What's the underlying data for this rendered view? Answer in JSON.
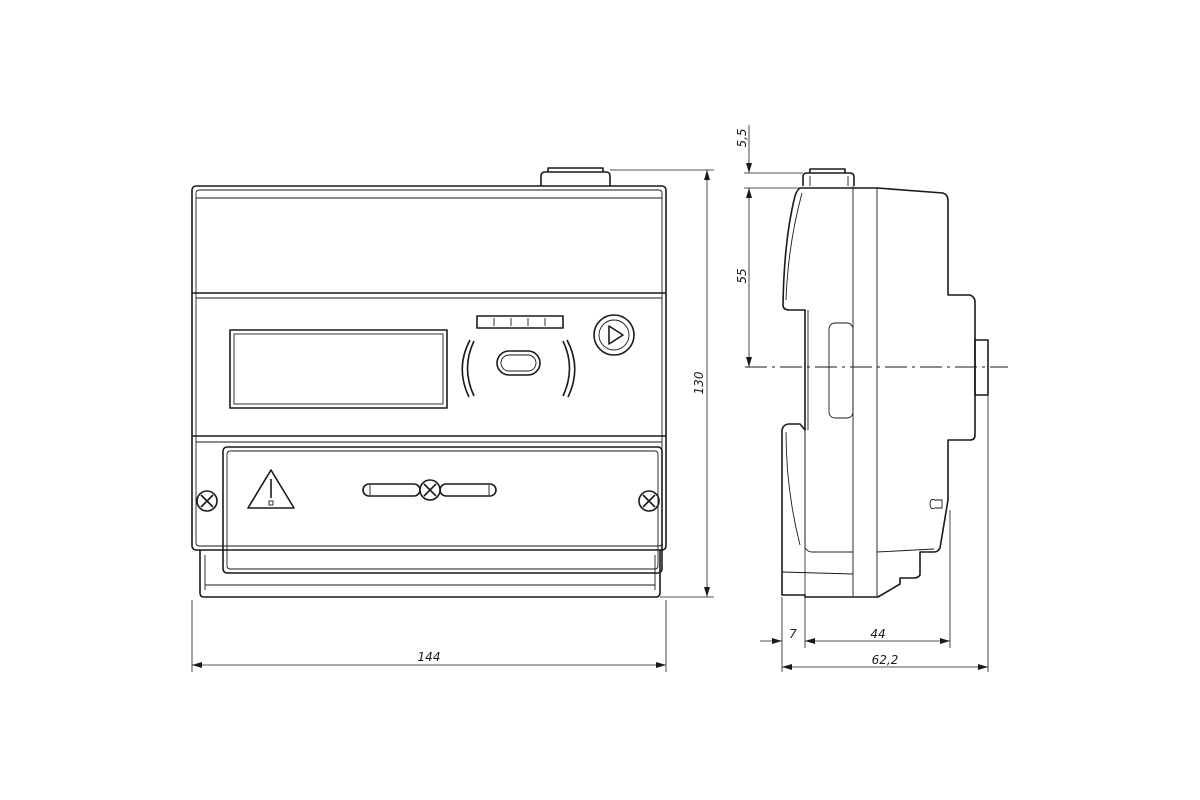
{
  "drawing": {
    "front_view": {
      "dimensions": {
        "width": "144",
        "height": "130"
      }
    },
    "side_view": {
      "dimensions": {
        "cap_height": "5,5",
        "rail_axis_height": "55",
        "front_offset": "7",
        "depth_body": "44",
        "total_depth": "62,2"
      }
    }
  }
}
